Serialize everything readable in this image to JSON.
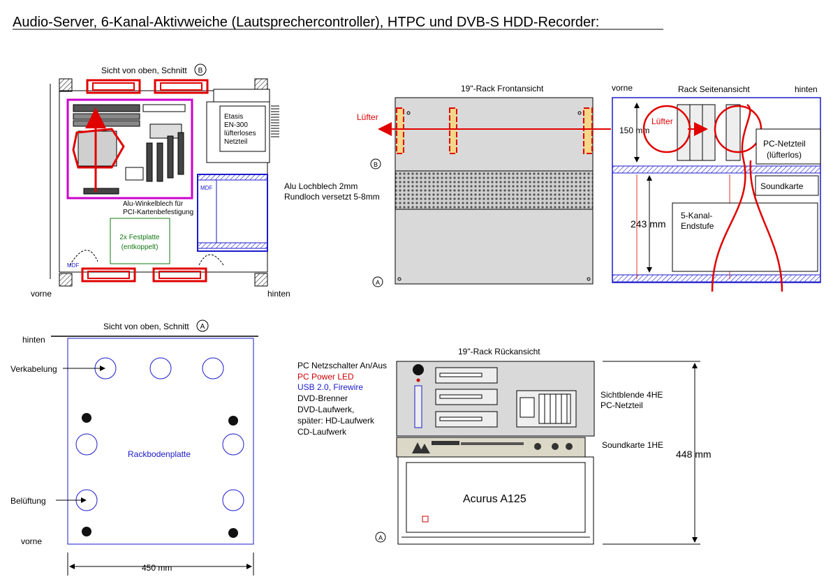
{
  "title": "Audio-Server, 6-Kanal-Aktivweiche (Lautsprechercontroller), HTPC und DVB-S HDD-Recorder:",
  "top_view_B": {
    "caption": "Sicht von oben, Schnitt",
    "marker": "B",
    "psu_lines": [
      "Etasis",
      "EN-300",
      "lüfterloses",
      "Netzteil"
    ],
    "bracket_lines": [
      "Alu-Winkelblech für",
      "PCI-Kartenbefestigung"
    ],
    "hdd_lines": [
      "2x Festplatte",
      "(entkoppelt)"
    ],
    "mdf_left": "MDF",
    "mdf_right": "MDF",
    "front_label": "vorne",
    "rear_label": "hinten"
  },
  "alu_note": [
    "Alu Lochblech 2mm",
    "Rundloch versetzt 5-8mm"
  ],
  "front_view": {
    "caption": "19\"-Rack Frontansicht",
    "fan_label": "Lüfter",
    "marker_b": "B",
    "marker_a": "A"
  },
  "side_view": {
    "caption": "Rack Seitenansicht",
    "front_label": "vorne",
    "rear_label": "hinten",
    "fan_label": "Lüfter",
    "dim_top": "150 mm",
    "dim_bottom": "243 mm",
    "psu_lines": [
      "PC-Netzteil",
      "(lüfterlos)"
    ],
    "soundcard": "Soundkarte",
    "amp_lines": [
      "5-Kanal-",
      "Endstufe"
    ]
  },
  "top_view_A": {
    "caption": "Sicht von oben, Schnitt",
    "marker": "A",
    "rear_label": "hinten",
    "front_label": "vorne",
    "cabling_label": "Verkabelung",
    "ventilation_label": "Belüftung",
    "plate_label": "Rackbodenplatte",
    "width_label": "450 mm"
  },
  "rear_view": {
    "caption": "19\"-Rack Rückansicht",
    "left_labels": [
      {
        "text": "PC Netzschalter An/Aus",
        "color": "#000000"
      },
      {
        "text": "PC Power LED",
        "color": "#cc0000"
      },
      {
        "text": "USB 2.0, Firewire",
        "color": "#1a1acc"
      },
      {
        "text": "DVD-Brenner",
        "color": "#000000"
      },
      {
        "text": "DVD-Laufwerk,",
        "color": "#000000"
      },
      {
        "text": "später: HD-Laufwerk",
        "color": "#000000"
      },
      {
        "text": "CD-Laufwerk",
        "color": "#000000"
      }
    ],
    "right_labels_top": [
      "Sichtblende 4HE",
      "PC-Netzteil"
    ],
    "right_label_sound": "Soundkarte 1HE",
    "height_label": "448 mm",
    "amp_name": "Acurus  A125",
    "marker_a": "A"
  },
  "colors": {
    "red": "#e00000",
    "blue": "#1a1acc",
    "magenta": "#cc00cc",
    "green": "#117711",
    "panel_gray": "#d9d9d9"
  }
}
